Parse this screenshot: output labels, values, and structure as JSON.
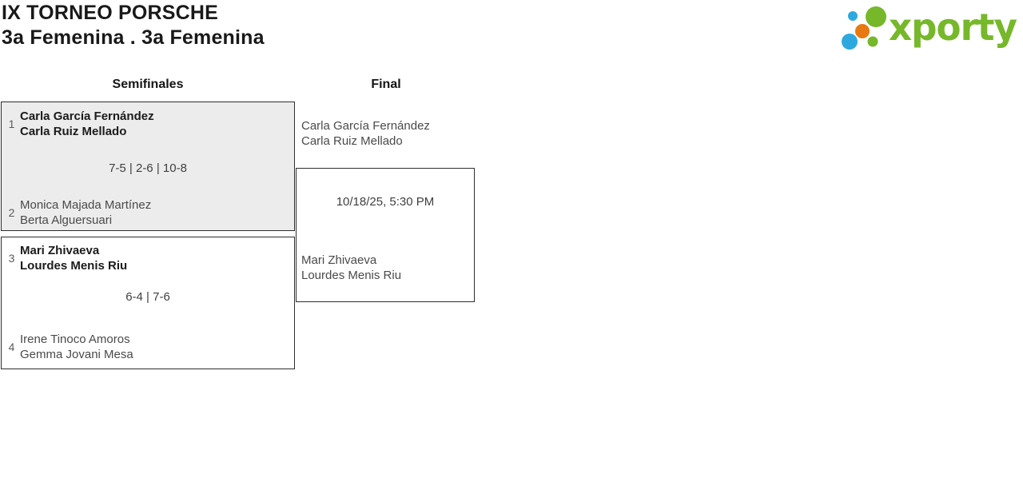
{
  "header": {
    "tournament_title": "IX TORNEO PORSCHE",
    "category_title": "3a Femenina . 3a Femenina"
  },
  "logo": {
    "wordmark": "xporty",
    "colors": {
      "green": "#76b82a",
      "blue": "#2ea9e0",
      "orange": "#e87912"
    }
  },
  "colors": {
    "shaded_match_bg": "#ececec",
    "box_border": "#2e2e2e",
    "winner_text": "#1b1b1b",
    "regular_text": "#4a4a4a"
  },
  "rounds": [
    {
      "title": "Semifinales"
    },
    {
      "title": "Final"
    }
  ],
  "matches": {
    "semifinal1": {
      "team1": {
        "seed": "1",
        "players": [
          "Carla García Fernández",
          "Carla Ruiz Mellado"
        ]
      },
      "score": "7-5 | 2-6 | 10-8",
      "team2": {
        "seed": "2",
        "players": [
          "Monica Majada Martínez",
          "Berta Alguersuari"
        ]
      }
    },
    "semifinal2": {
      "team1": {
        "seed": "3",
        "players": [
          "Mari Zhivaeva",
          "Lourdes Menis Riu"
        ]
      },
      "score": "6-4 | 7-6",
      "team2": {
        "seed": "4",
        "players": [
          "Irene Tinoco Amoros",
          "Gemma Jovani Mesa"
        ]
      }
    },
    "final": {
      "team1": {
        "players": [
          "Carla García Fernández",
          "Carla Ruiz Mellado"
        ]
      },
      "schedule": "10/18/25, 5:30 PM",
      "team2": {
        "players": [
          "Mari Zhivaeva",
          "Lourdes Menis Riu"
        ]
      }
    }
  }
}
